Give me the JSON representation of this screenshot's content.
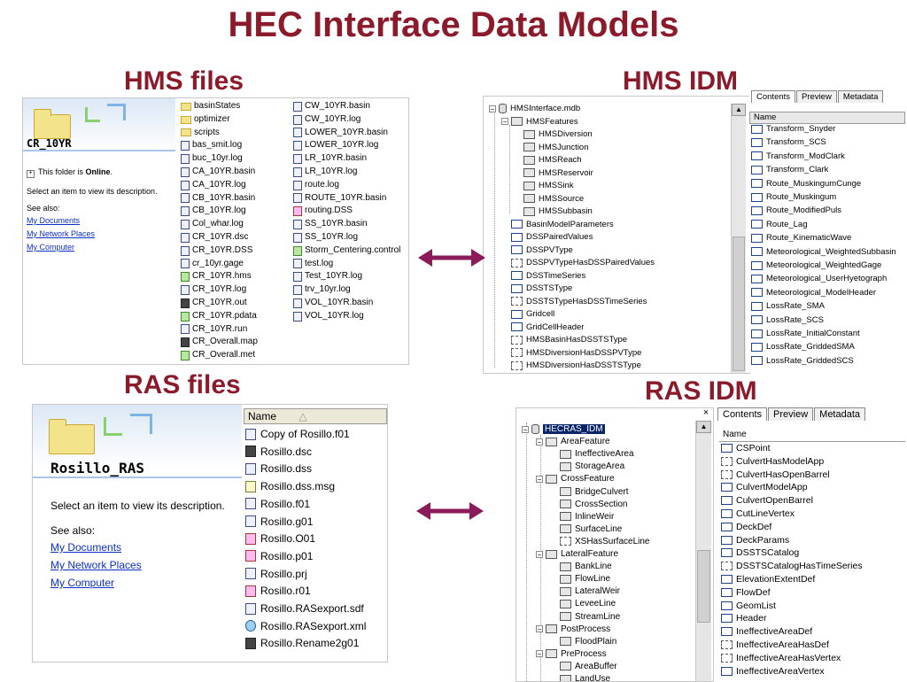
{
  "title": "HEC Interface Data Models",
  "headings": {
    "hms_files": "HMS files",
    "hms_idm": "HMS IDM",
    "ras_files": "RAS files",
    "ras_idm": "RAS IDM"
  },
  "hms_explorer": {
    "folder_name": "CR_10YR",
    "folder_info_prefix": "This folder is ",
    "folder_info_bold": "Online",
    "folder_info_suffix": ".",
    "prompt": "Select an item to view its description.",
    "see_also": "See also:",
    "links": [
      "My Documents",
      "My Network Places",
      "My Computer"
    ],
    "files_col1": [
      {
        "name": "basinStates",
        "icon": "folder"
      },
      {
        "name": "optimizer",
        "icon": "folder"
      },
      {
        "name": "scripts",
        "icon": "folder"
      },
      {
        "name": "bas_smit.log",
        "icon": "doc"
      },
      {
        "name": "buc_10yr.log",
        "icon": "doc"
      },
      {
        "name": "CA_10YR.basin",
        "icon": "doc"
      },
      {
        "name": "CA_10YR.log",
        "icon": "doc"
      },
      {
        "name": "CB_10YR.basin",
        "icon": "doc"
      },
      {
        "name": "CB_10YR.log",
        "icon": "doc"
      },
      {
        "name": "Col_whar.log",
        "icon": "doc"
      },
      {
        "name": "CR_10YR.dsc",
        "icon": "doc"
      },
      {
        "name": "CR_10YR.DSS",
        "icon": "doc"
      },
      {
        "name": "cr_10yr.gage",
        "icon": "doc"
      },
      {
        "name": "CR_10YR.hms",
        "icon": "green"
      },
      {
        "name": "CR_10YR.log",
        "icon": "doc"
      },
      {
        "name": "CR_10YR.out",
        "icon": "dark"
      },
      {
        "name": "CR_10YR.pdata",
        "icon": "green"
      },
      {
        "name": "CR_10YR.run",
        "icon": "doc"
      },
      {
        "name": "CR_Overall.map",
        "icon": "dark"
      },
      {
        "name": "CR_Overall.met",
        "icon": "green"
      }
    ],
    "files_col2": [
      {
        "name": "CW_10YR.basin",
        "icon": "doc"
      },
      {
        "name": "CW_10YR.log",
        "icon": "doc"
      },
      {
        "name": "LOWER_10YR.basin",
        "icon": "doc"
      },
      {
        "name": "LOWER_10YR.log",
        "icon": "doc"
      },
      {
        "name": "LR_10YR.basin",
        "icon": "doc"
      },
      {
        "name": "LR_10YR.log",
        "icon": "doc"
      },
      {
        "name": "route.log",
        "icon": "doc"
      },
      {
        "name": "ROUTE_10YR.basin",
        "icon": "doc"
      },
      {
        "name": "routing.DSS",
        "icon": "red"
      },
      {
        "name": "SS_10YR.basin",
        "icon": "doc"
      },
      {
        "name": "SS_10YR.log",
        "icon": "doc"
      },
      {
        "name": "Storm_Centering.control",
        "icon": "green"
      },
      {
        "name": "test.log",
        "icon": "doc"
      },
      {
        "name": "Test_10YR.log",
        "icon": "doc"
      },
      {
        "name": "trv_10yr.log",
        "icon": "doc"
      },
      {
        "name": "VOL_10YR.basin",
        "icon": "doc"
      },
      {
        "name": "VOL_10YR.log",
        "icon": "doc"
      }
    ]
  },
  "hms_idm": {
    "tree": [
      {
        "label": "HMSInterface.mdb",
        "icon": "db",
        "level": 0,
        "expander": "-",
        "selected": false
      },
      {
        "label": "HMSFeatures",
        "icon": "fc",
        "level": 1,
        "expander": "-",
        "selected": false
      },
      {
        "label": "HMSDiversion",
        "icon": "fc",
        "level": 2,
        "expander": "",
        "selected": false
      },
      {
        "label": "HMSJunction",
        "icon": "fc",
        "level": 2,
        "expander": "",
        "selected": false
      },
      {
        "label": "HMSReach",
        "icon": "fc",
        "level": 2,
        "expander": "",
        "selected": false
      },
      {
        "label": "HMSReservoir",
        "icon": "fc",
        "level": 2,
        "expander": "",
        "selected": false
      },
      {
        "label": "HMSSink",
        "icon": "fc",
        "level": 2,
        "expander": "",
        "selected": false
      },
      {
        "label": "HMSSource",
        "icon": "fc",
        "level": 2,
        "expander": "",
        "selected": false
      },
      {
        "label": "HMSSubbasin",
        "icon": "fc",
        "level": 2,
        "expander": "",
        "selected": false
      },
      {
        "label": "BasinModelParameters",
        "icon": "tb",
        "level": 1,
        "expander": "",
        "selected": false
      },
      {
        "label": "DSSPairedValues",
        "icon": "tb",
        "level": 1,
        "expander": "",
        "selected": false
      },
      {
        "label": "DSSPVType",
        "icon": "tb",
        "level": 1,
        "expander": "",
        "selected": false
      },
      {
        "label": "DSSPVTypeHasDSSPairedValues",
        "icon": "rel",
        "level": 1,
        "expander": "",
        "selected": false
      },
      {
        "label": "DSSTimeSeries",
        "icon": "tb",
        "level": 1,
        "expander": "",
        "selected": false
      },
      {
        "label": "DSSTSType",
        "icon": "tb",
        "level": 1,
        "expander": "",
        "selected": false
      },
      {
        "label": "DSSTSTypeHasDSSTimeSeries",
        "icon": "rel",
        "level": 1,
        "expander": "",
        "selected": false
      },
      {
        "label": "Gridcell",
        "icon": "tb",
        "level": 1,
        "expander": "",
        "selected": false
      },
      {
        "label": "GridCellHeader",
        "icon": "tb",
        "level": 1,
        "expander": "",
        "selected": false
      },
      {
        "label": "HMSBasinHasDSSTSType",
        "icon": "rel",
        "level": 1,
        "expander": "",
        "selected": false
      },
      {
        "label": "HMSDiversionHasDSSPVType",
        "icon": "rel",
        "level": 1,
        "expander": "",
        "selected": false
      },
      {
        "label": "HMSDiversionHasDSSTSType",
        "icon": "rel",
        "level": 1,
        "expander": "",
        "selected": false
      }
    ],
    "tabs": [
      "Contents",
      "Preview",
      "Metadata"
    ],
    "list_header": "Name",
    "items": [
      "Transform_Snyder",
      "Transform_SCS",
      "Transform_ModClark",
      "Transform_Clark",
      "Route_MuskingumCunge",
      "Route_Muskingum",
      "Route_ModifiedPuls",
      "Route_Lag",
      "Route_KinematicWave",
      "Meteorological_WeightedSubbasin",
      "Meteorological_WeightedGage",
      "Meteorological_UserHyetograph",
      "Meteorological_ModelHeader",
      "LossRate_SMA",
      "LossRate_SCS",
      "LossRate_InitialConstant",
      "LossRate_GriddedSMA",
      "LossRate_GriddedSCS"
    ]
  },
  "ras_explorer": {
    "folder_name": "Rosillo_RAS",
    "prompt": "Select an item to view its description.",
    "see_also": "See also:",
    "links": [
      "My Documents",
      "My Network Places",
      "My Computer"
    ],
    "column_header": "Name",
    "sort_indicator": "△",
    "files": [
      {
        "name": "Copy of Rosillo.f01",
        "icon": "doc"
      },
      {
        "name": "Rosillo.dsc",
        "icon": "dark"
      },
      {
        "name": "Rosillo.dss",
        "icon": "doc"
      },
      {
        "name": "Rosillo.dss.msg",
        "icon": "envelope"
      },
      {
        "name": "Rosillo.f01",
        "icon": "doc"
      },
      {
        "name": "Rosillo.g01",
        "icon": "doc"
      },
      {
        "name": "Rosillo.O01",
        "icon": "red"
      },
      {
        "name": "Rosillo.p01",
        "icon": "red"
      },
      {
        "name": "Rosillo.prj",
        "icon": "doc"
      },
      {
        "name": "Rosillo.r01",
        "icon": "red"
      },
      {
        "name": "Rosillo.RASexport.sdf",
        "icon": "doc"
      },
      {
        "name": "Rosillo.RASexport.xml",
        "icon": "globe"
      },
      {
        "name": "Rosillo.Rename2g01",
        "icon": "dark"
      }
    ]
  },
  "ras_idm": {
    "close_glyph": "×",
    "tree": [
      {
        "label": "HECRAS_IDM",
        "icon": "db",
        "level": 0,
        "expander": "-",
        "selected": true
      },
      {
        "label": "AreaFeature",
        "icon": "fc",
        "level": 1,
        "expander": "-",
        "selected": false
      },
      {
        "label": "IneffectiveArea",
        "icon": "fc",
        "level": 2,
        "expander": "",
        "selected": false
      },
      {
        "label": "StorageArea",
        "icon": "fc",
        "level": 2,
        "expander": "",
        "selected": false
      },
      {
        "label": "CrossFeature",
        "icon": "fc",
        "level": 1,
        "expander": "-",
        "selected": false
      },
      {
        "label": "BridgeCulvert",
        "icon": "fc",
        "level": 2,
        "expander": "",
        "selected": false
      },
      {
        "label": "CrossSection",
        "icon": "fc",
        "level": 2,
        "expander": "",
        "selected": false
      },
      {
        "label": "InlineWeir",
        "icon": "fc",
        "level": 2,
        "expander": "",
        "selected": false
      },
      {
        "label": "SurfaceLine",
        "icon": "fc",
        "level": 2,
        "expander": "",
        "selected": false
      },
      {
        "label": "XSHasSurfaceLine",
        "icon": "rel",
        "level": 2,
        "expander": "",
        "selected": false
      },
      {
        "label": "LateralFeature",
        "icon": "fc",
        "level": 1,
        "expander": "-",
        "selected": false
      },
      {
        "label": "BankLine",
        "icon": "fc",
        "level": 2,
        "expander": "",
        "selected": false
      },
      {
        "label": "FlowLine",
        "icon": "fc",
        "level": 2,
        "expander": "",
        "selected": false
      },
      {
        "label": "LateralWeir",
        "icon": "fc",
        "level": 2,
        "expander": "",
        "selected": false
      },
      {
        "label": "LeveeLine",
        "icon": "fc",
        "level": 2,
        "expander": "",
        "selected": false
      },
      {
        "label": "StreamLine",
        "icon": "fc",
        "level": 2,
        "expander": "",
        "selected": false
      },
      {
        "label": "PostProcess",
        "icon": "fc",
        "level": 1,
        "expander": "-",
        "selected": false
      },
      {
        "label": "FloodPlain",
        "icon": "fc",
        "level": 2,
        "expander": "",
        "selected": false
      },
      {
        "label": "PreProcess",
        "icon": "fc",
        "level": 1,
        "expander": "-",
        "selected": false
      },
      {
        "label": "AreaBuffer",
        "icon": "fc",
        "level": 2,
        "expander": "",
        "selected": false
      },
      {
        "label": "LandUse",
        "icon": "fc",
        "level": 2,
        "expander": "",
        "selected": false
      }
    ],
    "tabs": [
      "Contents",
      "Preview",
      "Metadata"
    ],
    "list_header": "Name",
    "items": [
      {
        "name": "CSPoint",
        "icon": "tb"
      },
      {
        "name": "CulvertHasModelApp",
        "icon": "rel"
      },
      {
        "name": "CulvertHasOpenBarrel",
        "icon": "rel"
      },
      {
        "name": "CulvertModelApp",
        "icon": "tb"
      },
      {
        "name": "CulvertOpenBarrel",
        "icon": "tb"
      },
      {
        "name": "CutLineVertex",
        "icon": "tb"
      },
      {
        "name": "DeckDef",
        "icon": "tb"
      },
      {
        "name": "DeckParams",
        "icon": "tb"
      },
      {
        "name": "DSSTSCatalog",
        "icon": "tb"
      },
      {
        "name": "DSSTSCatalogHasTimeSeries",
        "icon": "rel"
      },
      {
        "name": "ElevationExtentDef",
        "icon": "tb"
      },
      {
        "name": "FlowDef",
        "icon": "tb"
      },
      {
        "name": "GeomList",
        "icon": "tb"
      },
      {
        "name": "Header",
        "icon": "tb"
      },
      {
        "name": "IneffectiveAreaDef",
        "icon": "tb"
      },
      {
        "name": "IneffectiveAreaHasDef",
        "icon": "rel"
      },
      {
        "name": "IneffectiveAreaHasVertex",
        "icon": "rel"
      },
      {
        "name": "IneffectiveAreaVertex",
        "icon": "tb"
      }
    ]
  },
  "colors": {
    "title": "#8b1a2b",
    "arrow": "#8b1a5a",
    "link": "#0b2fc7",
    "selection": "#0a246a"
  }
}
